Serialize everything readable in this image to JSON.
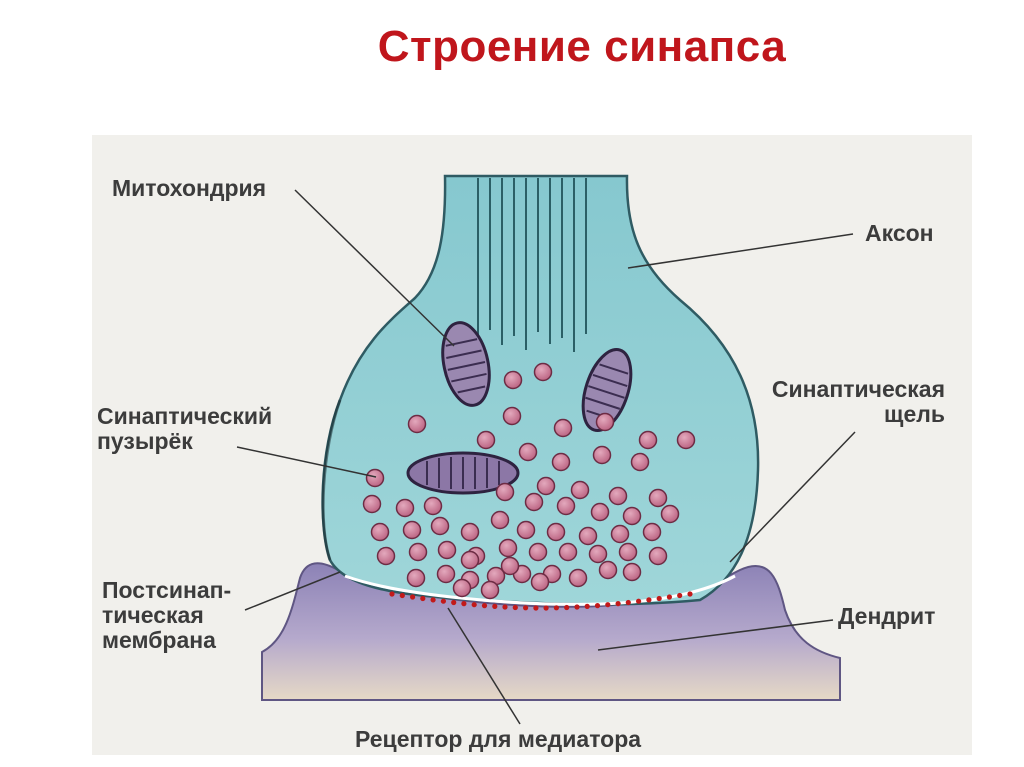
{
  "title": "Строение синапса",
  "labels": {
    "mitochondria": "Митохондрия",
    "axon": "Аксон",
    "vesicle": "Синаптический\nпузырёк",
    "cleft": "Синаптическая\nщель",
    "postsynaptic_membrane": "Постсинап-\nтическая\nмембрана",
    "dendrite": "Дендрит",
    "receptor": "Рецептор для медиатора"
  },
  "colors": {
    "title": "#c0161c",
    "axon_fill": "#8ecfd4",
    "dendrite_fill": "#a49bc8",
    "vesicle": "#c77a95",
    "mitochondria": "#9a88b0",
    "receptor": "#c21a1a",
    "label_text": "#3c3c3c"
  }
}
